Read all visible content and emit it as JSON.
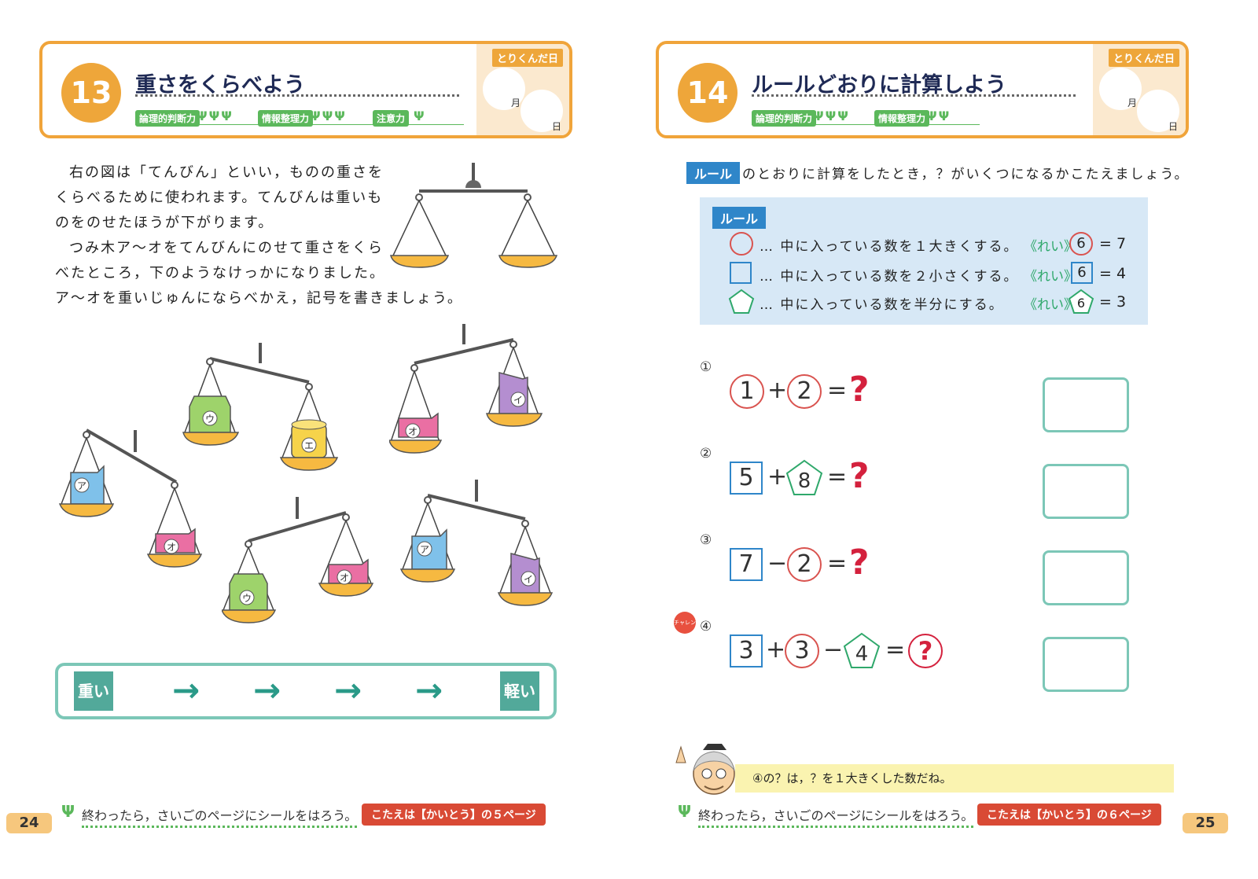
{
  "left": {
    "number": "13",
    "title": "重さをくらべよう",
    "skills": [
      "論理的判断力",
      "情報整理力",
      "注意力"
    ],
    "sprouts": [
      "ΨΨΨ",
      "ΨΨΨ",
      "Ψ"
    ],
    "date_label": "とりくんだ日",
    "month": "月",
    "day": "日",
    "instructions": [
      "右の図は「てんびん」といい，ものの重さを",
      "くらべるために使われます。てんびんは重いも",
      "のをのせたほうが下がります。",
      "つみ木ア～オをてんびんにのせて重さをくら",
      "べたところ，下のようなけっかになりました。",
      "ア～オを重いじゅんにならべかえ，記号を書きましょう。"
    ],
    "blocks": [
      "ウ",
      "エ",
      "イ",
      "オ",
      "ア",
      "オ",
      "ウ",
      "オ",
      "ア",
      "イ"
    ],
    "order_start": "重い",
    "order_end": "軽い",
    "arrow": "→",
    "footer": "終わったら，さいごのページにシールをはろう。",
    "answer": "こたえは【かいとう】の５ページ",
    "page": "24"
  },
  "right": {
    "number": "14",
    "title": "ルールどおりに計算しよう",
    "skills": [
      "論理的判断力",
      "情報整理力"
    ],
    "sprouts": [
      "ΨΨΨ",
      "ΨΨ"
    ],
    "date_label": "とりくんだ日",
    "month": "月",
    "day": "日",
    "rule_tag": "ルール",
    "intro": "のとおりに計算をしたとき，？がいくつになるかこたえましょう。",
    "rule_title": "ルール",
    "rules": [
      {
        "text": "… 中に入っている数を１大きくする。",
        "example_label": "《れい》",
        "example_num": "6",
        "result": "= 7"
      },
      {
        "text": "… 中に入っている数を２小さくする。",
        "example_label": "《れい》",
        "example_num": "6",
        "result": "= 4"
      },
      {
        "text": "… 中に入っている数を半分にする。",
        "example_label": "《れい》",
        "example_num": "6",
        "result": "= 3"
      }
    ],
    "questions": [
      {
        "label": "①",
        "a": "1",
        "op1": "+",
        "b": "2",
        "eq": "="
      },
      {
        "label": "②",
        "a": "5",
        "op1": "+",
        "b": "8",
        "eq": "="
      },
      {
        "label": "③",
        "a": "7",
        "op1": "−",
        "b": "2",
        "eq": "="
      },
      {
        "label": "④",
        "a": "3",
        "op1": "+",
        "b": "3",
        "op2": "−",
        "c": "4",
        "eq": "="
      }
    ],
    "qmark": "?",
    "challenge": "チャレンジ",
    "hint": "④の？は，？を１大きくした数だね。",
    "footer": "終わったら，さいごのページにシールをはろう。",
    "answer": "こたえは【かいとう】の６ページ",
    "page": "25"
  },
  "colors": {
    "orange": "#eea63a",
    "green": "#5bb85b",
    "teal": "#52a99a",
    "red": "#d9534f",
    "blue": "#2f86c9",
    "pink": "#d4213d"
  }
}
